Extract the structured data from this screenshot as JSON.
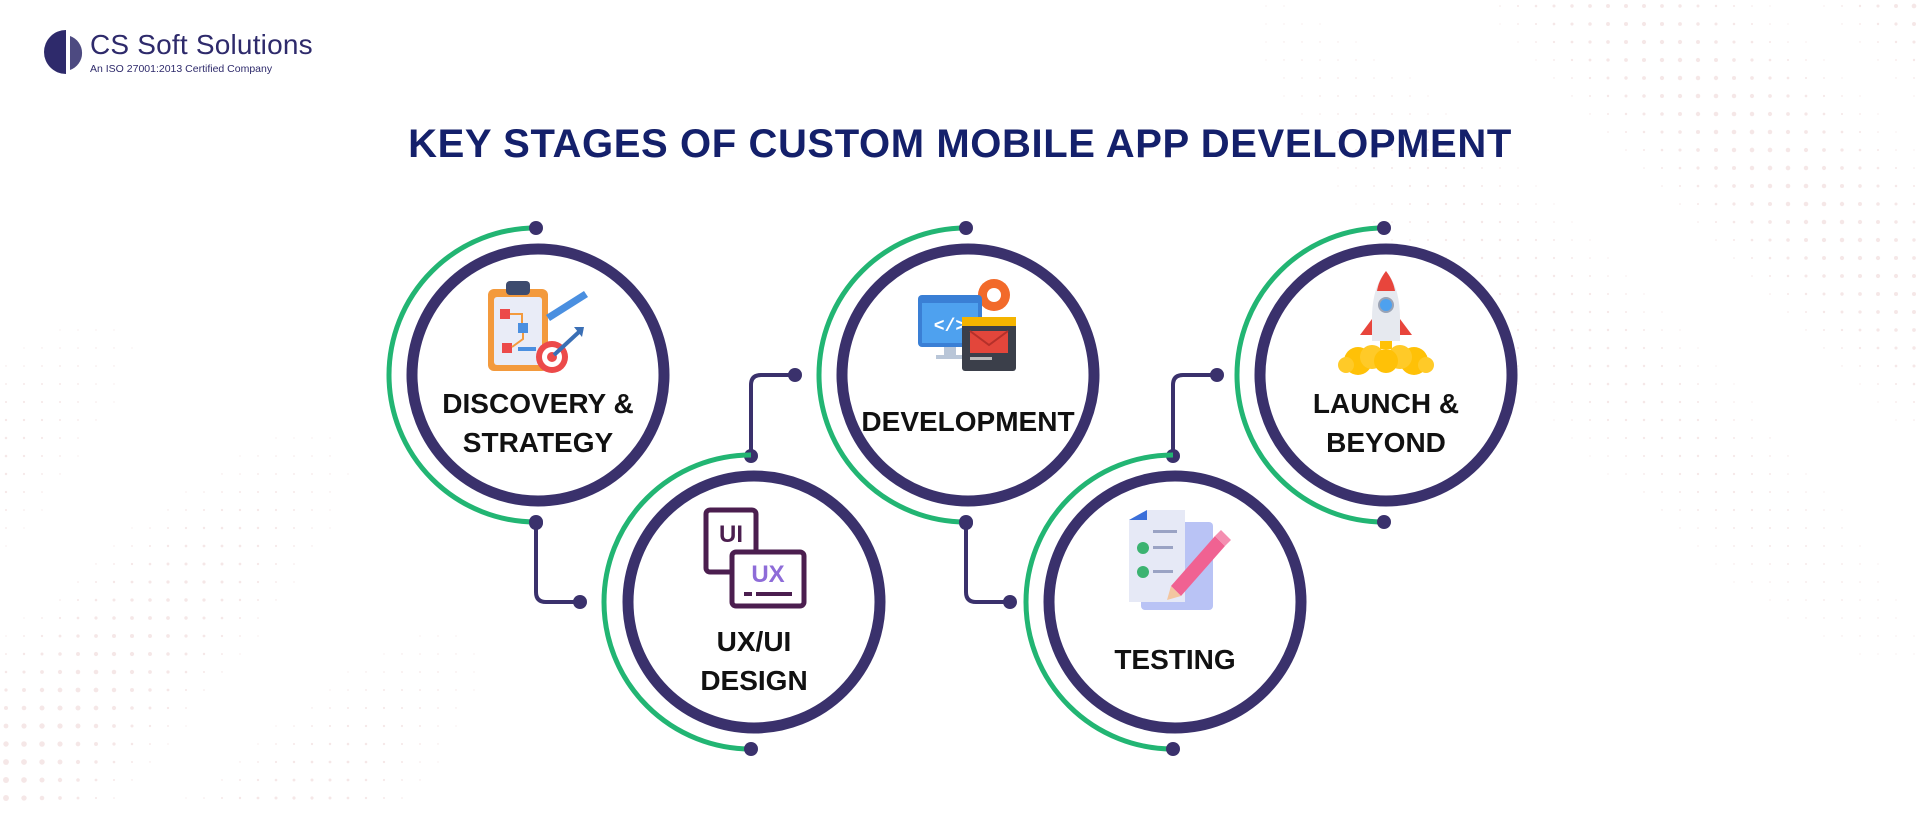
{
  "header": {
    "brand_name": "CS Soft Solutions",
    "brand_tagline": "An ISO 27001:2013 Certified Company"
  },
  "title": "KEY STAGES OF CUSTOM MOBILE APP DEVELOPMENT",
  "colors": {
    "ring": "#3a316c",
    "accent_arc": "#22b573",
    "connector": "#3a316c",
    "title": "#14206b",
    "brand": "#2e2a6b"
  },
  "stages": [
    {
      "label": "DISCOVERY &\nSTRATEGY",
      "icon": "clipboard-strategy-icon"
    },
    {
      "label": "UX/UI\nDESIGN",
      "icon": "ux-ui-icon"
    },
    {
      "label": "DEVELOPMENT",
      "icon": "code-window-gear-icon"
    },
    {
      "label": "TESTING",
      "icon": "checklist-pencil-icon"
    },
    {
      "label": "LAUNCH &\nBEYOND",
      "icon": "rocket-icon"
    }
  ]
}
